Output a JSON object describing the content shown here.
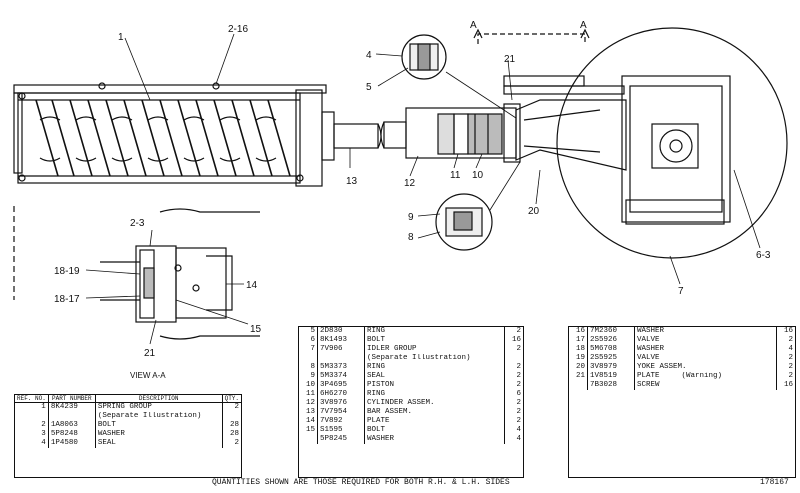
{
  "callouts": {
    "c1": "1",
    "c2_16": "2-16",
    "c4": "4",
    "c5": "5",
    "cA1": "A",
    "cA2": "A",
    "c21a": "21",
    "c13": "13",
    "c12": "12",
    "c11": "11",
    "c10": "10",
    "c20": "20",
    "c9": "9",
    "c8": "8",
    "c6_3": "6-3",
    "c7": "7",
    "c2_3": "2-3",
    "c18_19": "18-19",
    "c18_17": "18-17",
    "c14": "14",
    "c15": "15",
    "c21b": "21"
  },
  "view_label": "VIEW A-A",
  "table_left": {
    "headers": {
      "ref": "REF. NO.",
      "part": "PART NUMBER",
      "desc": "DESCRIPTION",
      "qty": "QTY."
    },
    "rows": [
      {
        "ref": "1",
        "part": "8K4239",
        "desc": "SPRING GROUP",
        "qty": "2"
      },
      {
        "ref": "",
        "part": "",
        "desc": "(Separate Illustration)",
        "qty": ""
      },
      {
        "ref": "2",
        "part": "1A8063",
        "desc": "BOLT",
        "qty": "28"
      },
      {
        "ref": "3",
        "part": "5P8248",
        "desc": "WASHER",
        "qty": "28"
      },
      {
        "ref": "4",
        "part": "1P4580",
        "desc": "SEAL",
        "qty": "2"
      }
    ]
  },
  "table_mid": {
    "rows": [
      {
        "ref": "5",
        "part": "2D830",
        "desc": "RING",
        "qty": "2"
      },
      {
        "ref": "6",
        "part": "8K1493",
        "desc": "BOLT",
        "qty": "16"
      },
      {
        "ref": "7",
        "part": "7V906",
        "desc": "IDLER GROUP",
        "qty": "2"
      },
      {
        "ref": "",
        "part": "",
        "desc": "(Separate Illustration)",
        "qty": ""
      },
      {
        "ref": "8",
        "part": "5M3373",
        "desc": "RING",
        "qty": "2"
      },
      {
        "ref": "9",
        "part": "5M3374",
        "desc": "SEAL",
        "qty": "2"
      },
      {
        "ref": "10",
        "part": "3P4695",
        "desc": "PISTON",
        "qty": "2"
      },
      {
        "ref": "11",
        "part": "6H6270",
        "desc": "RING",
        "qty": "6"
      },
      {
        "ref": "12",
        "part": "3V8976",
        "desc": "CYLINDER ASSEM.",
        "qty": "2"
      },
      {
        "ref": "13",
        "part": "7V7954",
        "desc": "BAR ASSEM.",
        "qty": "2"
      },
      {
        "ref": "14",
        "part": "7V892",
        "desc": "PLATE",
        "qty": "2"
      },
      {
        "ref": "15",
        "part": "S1595",
        "desc": "BOLT",
        "qty": "4"
      },
      {
        "ref": "",
        "part": "5P8245",
        "desc": "WASHER",
        "qty": "4"
      }
    ]
  },
  "table_right": {
    "rows": [
      {
        "ref": "16",
        "part": "7M2360",
        "desc": "WASHER",
        "qty": "16"
      },
      {
        "ref": "17",
        "part": "2S5926",
        "desc": "VALVE",
        "qty": "2"
      },
      {
        "ref": "18",
        "part": "5M6708",
        "desc": "WASHER",
        "qty": "4"
      },
      {
        "ref": "19",
        "part": "2S5925",
        "desc": "VALVE",
        "qty": "2"
      },
      {
        "ref": "20",
        "part": "3V8979",
        "desc": "YOKE ASSEM.",
        "qty": "2"
      },
      {
        "ref": "21",
        "part": "1V8519",
        "desc": "PLATE",
        "desc_note": "(Warning)",
        "qty": "2"
      },
      {
        "ref": "",
        "part": "7B3028",
        "desc": "SCREW",
        "qty": "16"
      }
    ]
  },
  "footer_note": "QUANTITIES SHOWN ARE THOSE REQUIRED FOR BOTH R.H. & L.H. SIDES",
  "drawing_number": "178167"
}
